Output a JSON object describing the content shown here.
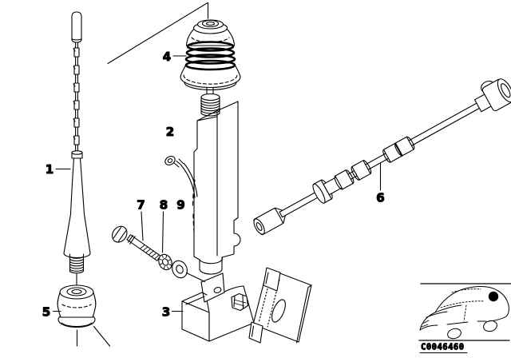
{
  "diagram": {
    "background_color": "#ffffff",
    "line_color": "#000000",
    "callouts": [
      {
        "label": "1"
      },
      {
        "label": "2"
      },
      {
        "label": "3"
      },
      {
        "label": "4"
      },
      {
        "label": "5"
      },
      {
        "label": "6"
      },
      {
        "label": "7"
      },
      {
        "label": "8"
      },
      {
        "label": "9"
      }
    ],
    "thumbnail": {
      "code": "C0046460"
    }
  }
}
